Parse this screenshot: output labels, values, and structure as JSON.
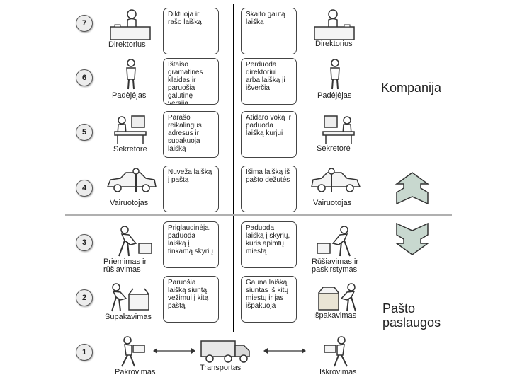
{
  "rows": [
    {
      "num": "7",
      "left_label": "Direktorius",
      "left_text": "Diktuoja ir rašo laišką",
      "right_text": "Skaito gautą laišką",
      "right_label": "Direktorius",
      "icon": "desk-person-icon"
    },
    {
      "num": "6",
      "left_label": "Padėjėjas",
      "left_text": "Ištaiso gramatines klaidas ir paruošia galutinę versiją",
      "right_text": "Perduoda direktoriui arba laišką ji išverčia",
      "right_label": "Padėjėjas",
      "icon": "standing-person-icon"
    },
    {
      "num": "5",
      "left_label": "Sekretorė",
      "left_text": "Parašo reikalingus adresus ir supakuoja laišką",
      "right_text": "Atidaro voką ir paduoda laišką kurjui",
      "right_label": "Sekretorė",
      "icon": "computer-desk-icon"
    },
    {
      "num": "4",
      "left_label": "Vairuotojas",
      "left_text": "Nuveža laišką į paštą",
      "right_text": "Išima laišką iš pašto dėžutės",
      "right_label": "Vairuotojas",
      "icon": "car-driver-icon"
    },
    {
      "num": "3",
      "left_label": "Priėmimas ir rūšiavimas",
      "left_text": "Priglaudinėja, paduoda laišką į tinkamą skyrių",
      "right_text": "Paduoda laišką į skyrių, kuris apimtų miestą",
      "right_label": "Rūšiavimas ir paskirstymas",
      "icon": "sorting-worker-icon"
    },
    {
      "num": "2",
      "left_label": "Supakavimas",
      "left_text": "Paruošia laišką siuntą vežimui į kitą paštą",
      "right_text": "Gauna laišką siuntas iš kitų miestų ir jas išpakuoja",
      "right_label": "Išpakavimas",
      "icon": "box-packer-icon"
    },
    {
      "num": "1",
      "left_label": "Pakrovimas",
      "left_text": "",
      "right_text": "",
      "right_label": "Iškrovimas",
      "icon": "carrier-icon"
    }
  ],
  "transport_label": "Transportas",
  "side": {
    "company": "Kompanija",
    "postal": "Pašto paslaugos"
  },
  "colors": {
    "line": "#000000",
    "divider": "#b0b0b0",
    "arrow_fill": "#c8d8cf"
  }
}
